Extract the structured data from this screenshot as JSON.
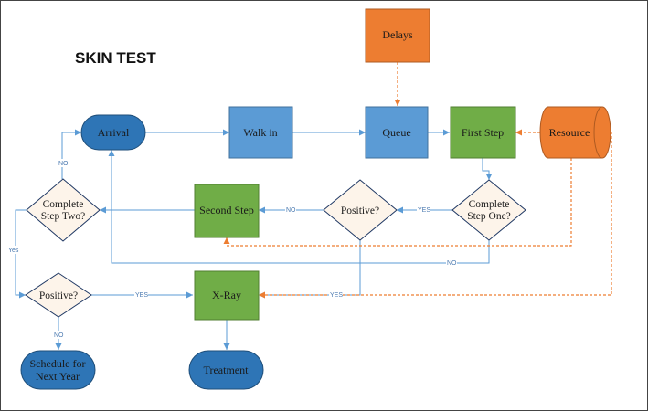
{
  "title": "SKIN TEST",
  "nodes": {
    "arrival": "Arrival",
    "walk_in": "Walk in",
    "queue": "Queue",
    "first_step": "First Step",
    "resource": "Resource",
    "delays": "Delays",
    "complete_step_one": [
      "Complete",
      "Step One?"
    ],
    "positive_mid": "Positive?",
    "second_step": "Second Step",
    "complete_step_two": [
      "Complete",
      "Step Two?"
    ],
    "positive_left": "Positive?",
    "x_ray": "X-Ray",
    "schedule": [
      "Schedule for",
      "Next Year"
    ],
    "treatment": "Treatment"
  },
  "edge_labels": {
    "step_one_yes": "YES",
    "positive_mid_no": "NO",
    "step_two_no": "NO",
    "step_two_yes": "Yes",
    "positive_left_yes": "YES",
    "positive_left_no": "NO",
    "step_one_no": "NO",
    "positive_mid_yes": "YES"
  },
  "colors": {
    "blue_box": "#5b9bd5",
    "dark_blue": "#2e75b6",
    "green_box": "#70ad47",
    "orange_box": "#ed7d31",
    "diamond_fill": "#fdf4ea",
    "diamond_stroke": "#1f3864"
  }
}
